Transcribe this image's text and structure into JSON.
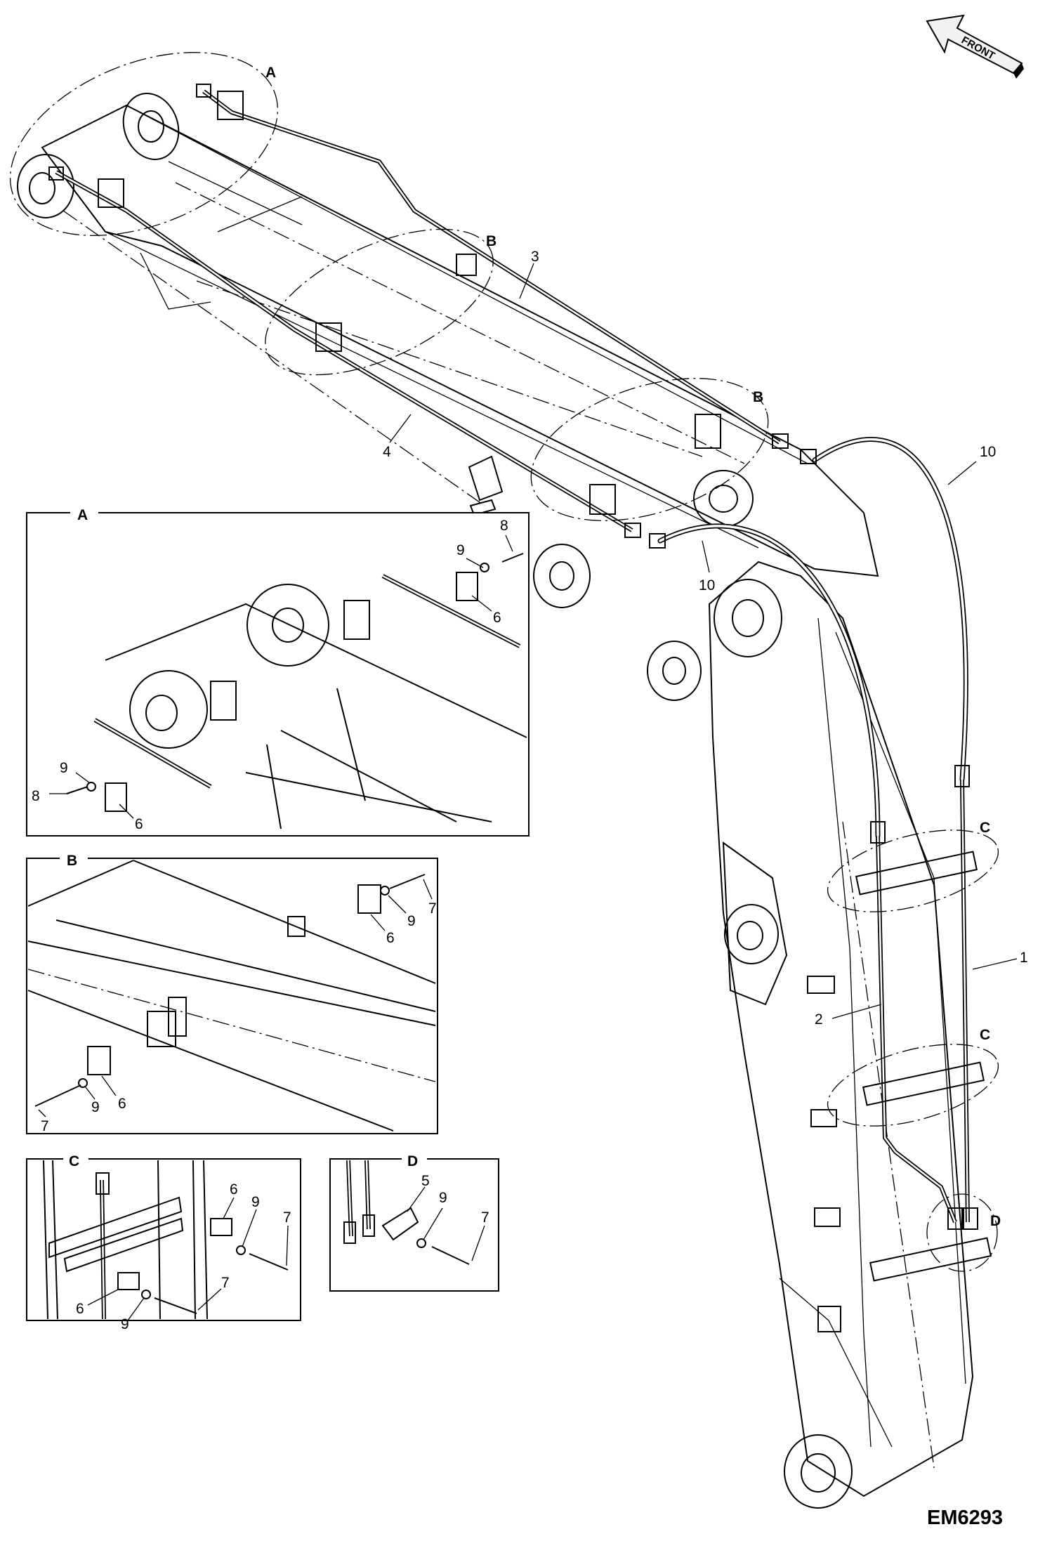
{
  "figure_code": "EM6293",
  "front_arrow_text": "FRONT",
  "callouts": {
    "hose_1": "1",
    "pipe_2": "2",
    "pipe_3": "3",
    "pipe_4": "4",
    "hose_10_upper": "10",
    "hose_10_lower": "10"
  },
  "detail_circles": {
    "A": "A",
    "B_upper": "B",
    "B_lower": "B",
    "C_upper": "C",
    "C_lower": "C",
    "D": "D"
  },
  "detail_boxes": {
    "A": {
      "title": "A",
      "labels": [
        "8",
        "9",
        "6",
        "8",
        "9",
        "6"
      ]
    },
    "B": {
      "title": "B",
      "labels": [
        "7",
        "9",
        "6",
        "7",
        "9",
        "6"
      ]
    },
    "C": {
      "title": "C",
      "labels": [
        "6",
        "9",
        "7",
        "6",
        "9",
        "7"
      ]
    },
    "D": {
      "title": "D",
      "labels": [
        "5",
        "9",
        "7"
      ]
    }
  },
  "colors": {
    "line": "#000000",
    "background": "#ffffff",
    "panel": "#f2f2f2"
  }
}
